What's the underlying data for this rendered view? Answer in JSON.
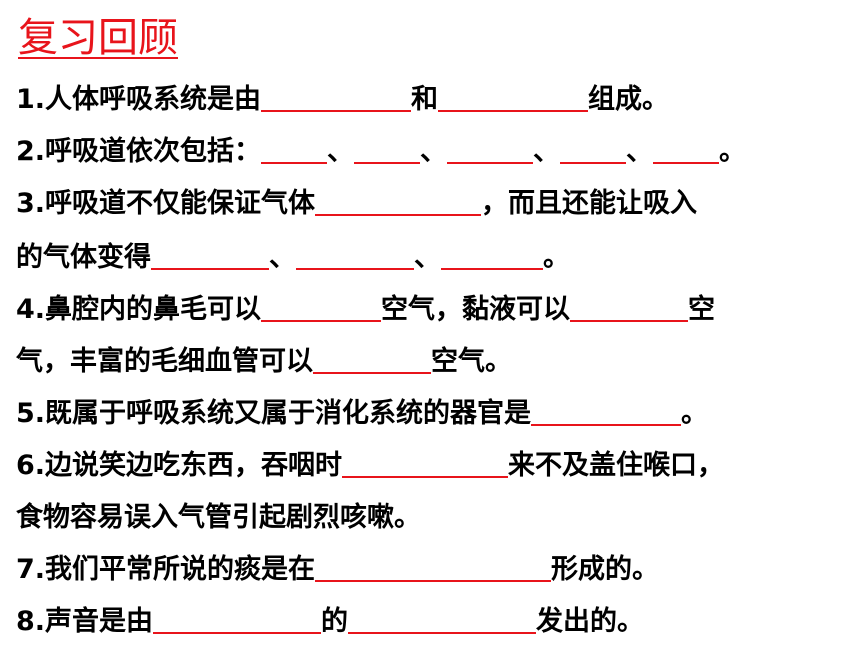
{
  "title": "复习回顾",
  "colors": {
    "title": "#e8141b",
    "blank_line": "#e8141b",
    "text": "#000000"
  },
  "questions": {
    "q1": {
      "a": "1.人体呼吸系统是由",
      "b": "和",
      "c": "组成。"
    },
    "q2": {
      "a": "2.呼吸道依次包括：",
      "sep": "、",
      "end": "。"
    },
    "q3": {
      "a": "3.呼吸道不仅能保证气体",
      "b": "，而且还能让吸入",
      "c": "的气体变得",
      "sep": "、",
      "end": "。"
    },
    "q4": {
      "a": "4.鼻腔内的鼻毛可以",
      "b": "空气，黏液可以",
      "c": "空",
      "d": "气，丰富的毛细血管可以",
      "e": "空气。"
    },
    "q5": {
      "a": "5.既属于呼吸系统又属于消化系统的器官是",
      "end": "。"
    },
    "q6": {
      "a": "6.边说笑边吃东西，吞咽时",
      "b": "来不及盖住喉口，",
      "c": "食物容易误入气管引起剧烈咳嗽。"
    },
    "q7": {
      "a": "7.我们平常所说的痰是在",
      "b": "形成的。"
    },
    "q8": {
      "a": "8.声音是由",
      "b": "的",
      "c": "发出的。"
    }
  }
}
